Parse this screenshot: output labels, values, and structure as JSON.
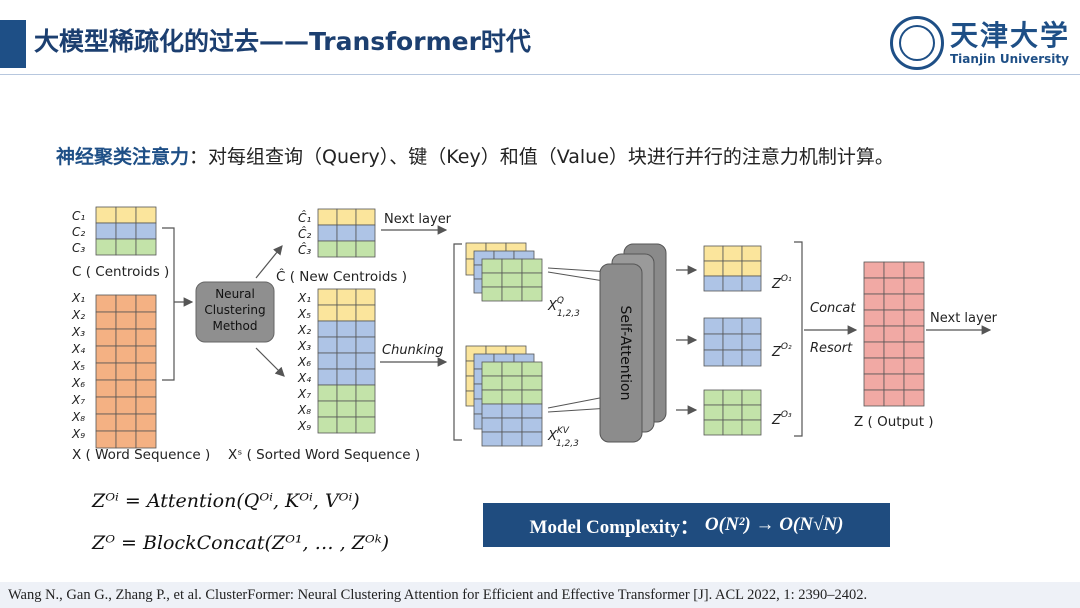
{
  "header": {
    "title": "大模型稀疏化的过去——Transformer时代",
    "logo_cn": "天津大学",
    "logo_en": "Tianjin University"
  },
  "subtitle": {
    "highlight": "神经聚类注意力",
    "text": "：对每组查询（Query）、键（Key）和值（Value）块进行并行的注意力机制计算。"
  },
  "diagram": {
    "centroid_labels": [
      "C₁",
      "C₂",
      "C₃"
    ],
    "centroids_caption": "C ( Centroids )",
    "word_labels": [
      "X₁",
      "X₂",
      "X₃",
      "X₄",
      "X₅",
      "X₆",
      "X₇",
      "X₈",
      "X₉"
    ],
    "word_caption": "X ( Word Sequence )",
    "method_lines": [
      "Neural",
      "Clustering",
      "Method"
    ],
    "new_centroid_labels": [
      "Ĉ₁",
      "Ĉ₂",
      "Ĉ₃"
    ],
    "new_centroids_caption": "Ĉ ( New Centroids )",
    "next_layer_1": "Next layer",
    "sorted_labels": [
      "X₁",
      "X₅",
      "X₂",
      "X₃",
      "X₆",
      "X₄",
      "X₇",
      "X₈",
      "X₉"
    ],
    "sorted_caption": "Xˢ ( Sorted Word Sequence )",
    "chunking": "Chunking",
    "q_label": "X",
    "q_sup": "Q",
    "q_sub": "1,2,3",
    "kv_label": "X",
    "kv_sup": "KV",
    "kv_sub": "1,2,3",
    "self_attention": "Self-Attention",
    "out_labels": [
      "Z",
      "Z",
      "Z"
    ],
    "out_sups": [
      "O₁",
      "O₂",
      "O₃"
    ],
    "concat": "Concat",
    "resort": "Resort",
    "output_caption": "Z ( Output )",
    "next_layer_2": "Next layer"
  },
  "formulas": {
    "f1": "Zᴼⁱ = Attention(Qᴼⁱ, Kᴼⁱ, Vᴼⁱ)",
    "f2": "Zᴼ = BlockConcat(Zᴼ¹, … , Zᴼᵏ)"
  },
  "complexity": {
    "label": "Model Complexity：",
    "math": "O(N²) → O(N√N)"
  },
  "reference": "Wang N., Gan G., Zhang P., et al. ClusterFormer: Neural Clustering Attention for Efficient and Effective Transformer [J]. ACL 2022, 1: 2390–2402.",
  "colors": {
    "yellow": "#fbe59c",
    "blue": "#aec4e6",
    "green": "#c3e3a9",
    "orange": "#f4b183",
    "red": "#f1a9a4",
    "navy": "#1e4f86"
  }
}
